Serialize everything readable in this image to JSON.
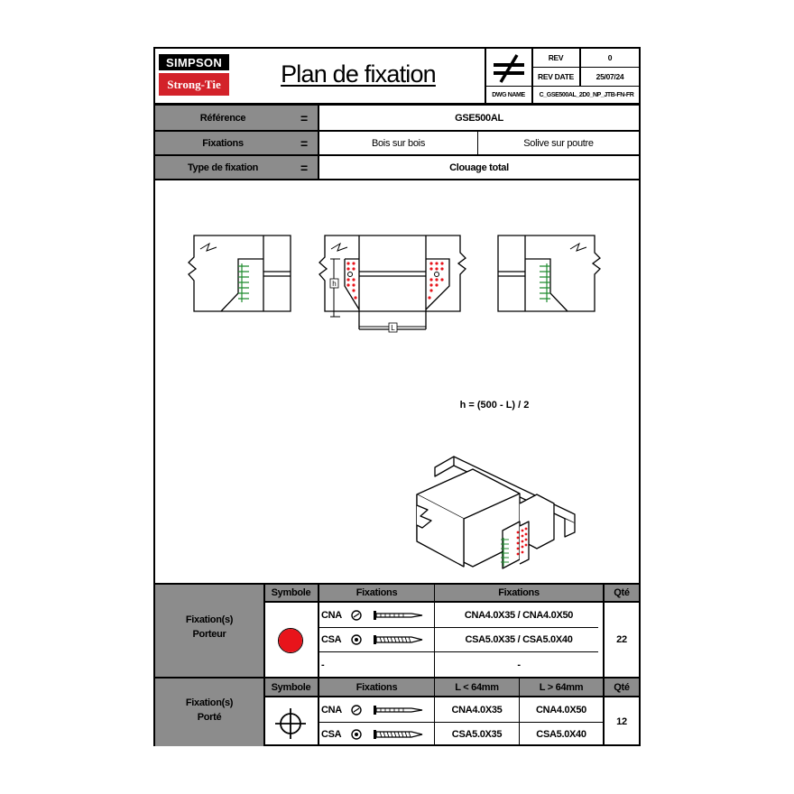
{
  "logo": {
    "top": "SIMPSON",
    "bottom": "Strong-Tie"
  },
  "title": "Plan de fixation",
  "titleblock": {
    "rev_label": "REV",
    "rev_value": "0",
    "rev_date_label": "REV DATE",
    "rev_date_value": "25/07/24",
    "dwg_label": "DWG NAME",
    "dwg_value": "C_GSE500AL_2D0_NP_JTB-FN-FR"
  },
  "info": [
    {
      "label": "Référence",
      "eq": "=",
      "value": "GSE500AL"
    },
    {
      "label": "Fixations",
      "eq": "=",
      "value_a": "Bois sur bois",
      "value_b": "Solive sur poutre"
    },
    {
      "label": "Type de fixation",
      "eq": "=",
      "value": "Clouage total"
    }
  ],
  "drawing": {
    "formula": "h = (500 - L) / 2",
    "label_h": "h",
    "label_l": "L"
  },
  "porteur": {
    "label_line1": "Fixation(s)",
    "label_line2": "Porteur",
    "col_symbole": "Symbole",
    "col_fixations": "Fixations",
    "col_fixations2": "Fixations",
    "col_qte": "Qté",
    "rows": [
      {
        "type": "CNA",
        "value": "CNA4.0X35 / CNA4.0X50"
      },
      {
        "type": "CSA",
        "value": "CSA5.0X35 / CSA5.0X40"
      },
      {
        "type": "-",
        "value": "-"
      }
    ],
    "qte": "22",
    "symbol_color": "#e8141b"
  },
  "porte": {
    "label_line1": "Fixation(s)",
    "label_line2": "Porté",
    "col_symbole": "Symbole",
    "col_fixations": "Fixations",
    "col_l_small": "L < 64mm",
    "col_l_big": "L > 64mm",
    "col_qte": "Qté",
    "rows": [
      {
        "type": "CNA",
        "small": "CNA4.0X35",
        "big": "CNA4.0X50"
      },
      {
        "type": "CSA",
        "small": "CSA5.0X35",
        "big": "CSA5.0X40"
      }
    ],
    "qte": "12",
    "symbol_color": "#1f8a2e"
  }
}
